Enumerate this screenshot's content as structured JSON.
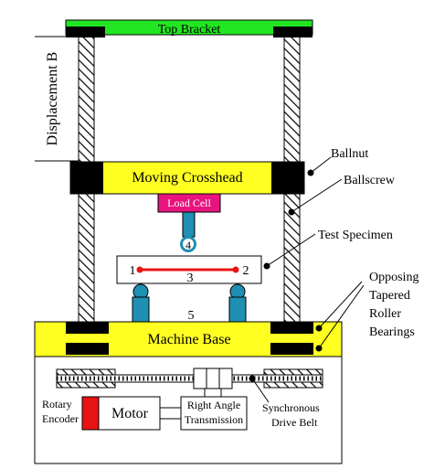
{
  "labels": {
    "top_bracket": "Top Bracket",
    "displacement": "Displacement B",
    "ballnut": "Ballnut",
    "ballscrew": "Ballscrew",
    "moving_crosshead": "Moving Crosshead",
    "load_cell": "Load Cell",
    "test_specimen": "Test Specimen",
    "opposing_bearings": [
      "Opposing",
      "Tapered",
      "Roller",
      "Bearings"
    ],
    "machine_base": "Machine Base",
    "motor": "Motor",
    "rotary_encoder": [
      "Rotary",
      "Encoder"
    ],
    "transmission": [
      "Right Angle",
      "Transmission"
    ],
    "drive_belt": [
      "Synchronous",
      "Drive Belt"
    ]
  },
  "markers": {
    "m1": "1",
    "m2": "2",
    "m3": "3",
    "m4": "4",
    "m5": "5"
  },
  "colors": {
    "top_bracket": "#22e622",
    "crosshead": "#ffff22",
    "base": "#ffff22",
    "load_cell": "#e8147e",
    "fixture": "#1f8fb2",
    "specimen_line": "#e81414",
    "encoder": "#e81414",
    "nut_block": "#000000"
  }
}
